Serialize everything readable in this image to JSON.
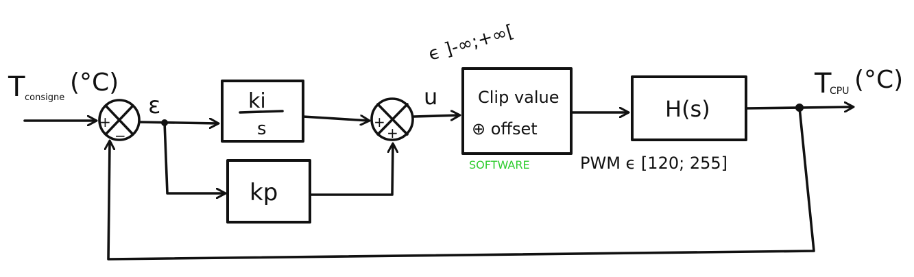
{
  "input": {
    "label_main": "T",
    "label_sub": "consigne",
    "label_unit": "(°C)"
  },
  "sum1": {
    "sign_left": "+",
    "sign_bottom": "−"
  },
  "error_label": "ε",
  "integral_block": {
    "numerator": "ki",
    "denominator": "s"
  },
  "proportional_block": {
    "label": "kp"
  },
  "sum2": {
    "sign_left": "+",
    "sign_bottom": "+"
  },
  "control_label": "u",
  "range_annotation": "ϵ ]-∞;+∞[",
  "clip_block": {
    "line1": "Clip value",
    "line2": "⊕ offset",
    "caption": "SOFTWARE"
  },
  "pwm_label": "PWM ϵ [120; 255]",
  "plant_block": {
    "label": "H(s)"
  },
  "output": {
    "label_main": "T",
    "label_sub": "CPU",
    "label_unit": "(°C)"
  },
  "colors": {
    "ink": "#111111",
    "software": "#2ecc2e"
  }
}
